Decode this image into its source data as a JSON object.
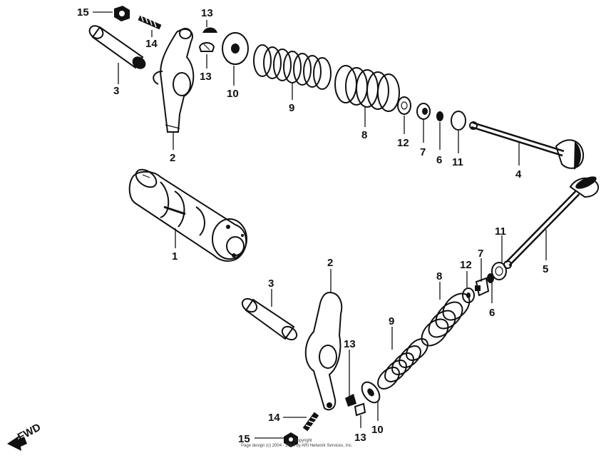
{
  "callouts": [
    {
      "id": "c15a",
      "text": "15"
    },
    {
      "id": "c14a",
      "text": "14"
    },
    {
      "id": "c13a",
      "text": "13"
    },
    {
      "id": "c13b",
      "text": "13"
    },
    {
      "id": "c3a",
      "text": "3"
    },
    {
      "id": "c2a",
      "text": "2"
    },
    {
      "id": "c10a",
      "text": "10"
    },
    {
      "id": "c9a",
      "text": "9"
    },
    {
      "id": "c8a",
      "text": "8"
    },
    {
      "id": "c12a",
      "text": "12"
    },
    {
      "id": "c7a",
      "text": "7"
    },
    {
      "id": "c6a",
      "text": "6"
    },
    {
      "id": "c11a",
      "text": "11"
    },
    {
      "id": "c4a",
      "text": "4"
    },
    {
      "id": "c1a",
      "text": "1"
    },
    {
      "id": "c5a",
      "text": "5"
    },
    {
      "id": "c11b",
      "text": "11"
    },
    {
      "id": "c7b",
      "text": "7"
    },
    {
      "id": "c12b",
      "text": "12"
    },
    {
      "id": "c8b",
      "text": "8"
    },
    {
      "id": "c6b",
      "text": "6"
    },
    {
      "id": "c2b",
      "text": "2"
    },
    {
      "id": "c3b",
      "text": "3"
    },
    {
      "id": "c9b",
      "text": "9"
    },
    {
      "id": "c13c",
      "text": "13"
    },
    {
      "id": "c14b",
      "text": "14"
    },
    {
      "id": "c10b",
      "text": "10"
    },
    {
      "id": "c15b",
      "text": "15"
    },
    {
      "id": "c13d",
      "text": "13"
    }
  ],
  "fwd_label": "FWD",
  "copyright_line1": "Copyright",
  "copyright_line2": "Page design (c) 2004 - 2014 by ARI Network Services, Inc."
}
